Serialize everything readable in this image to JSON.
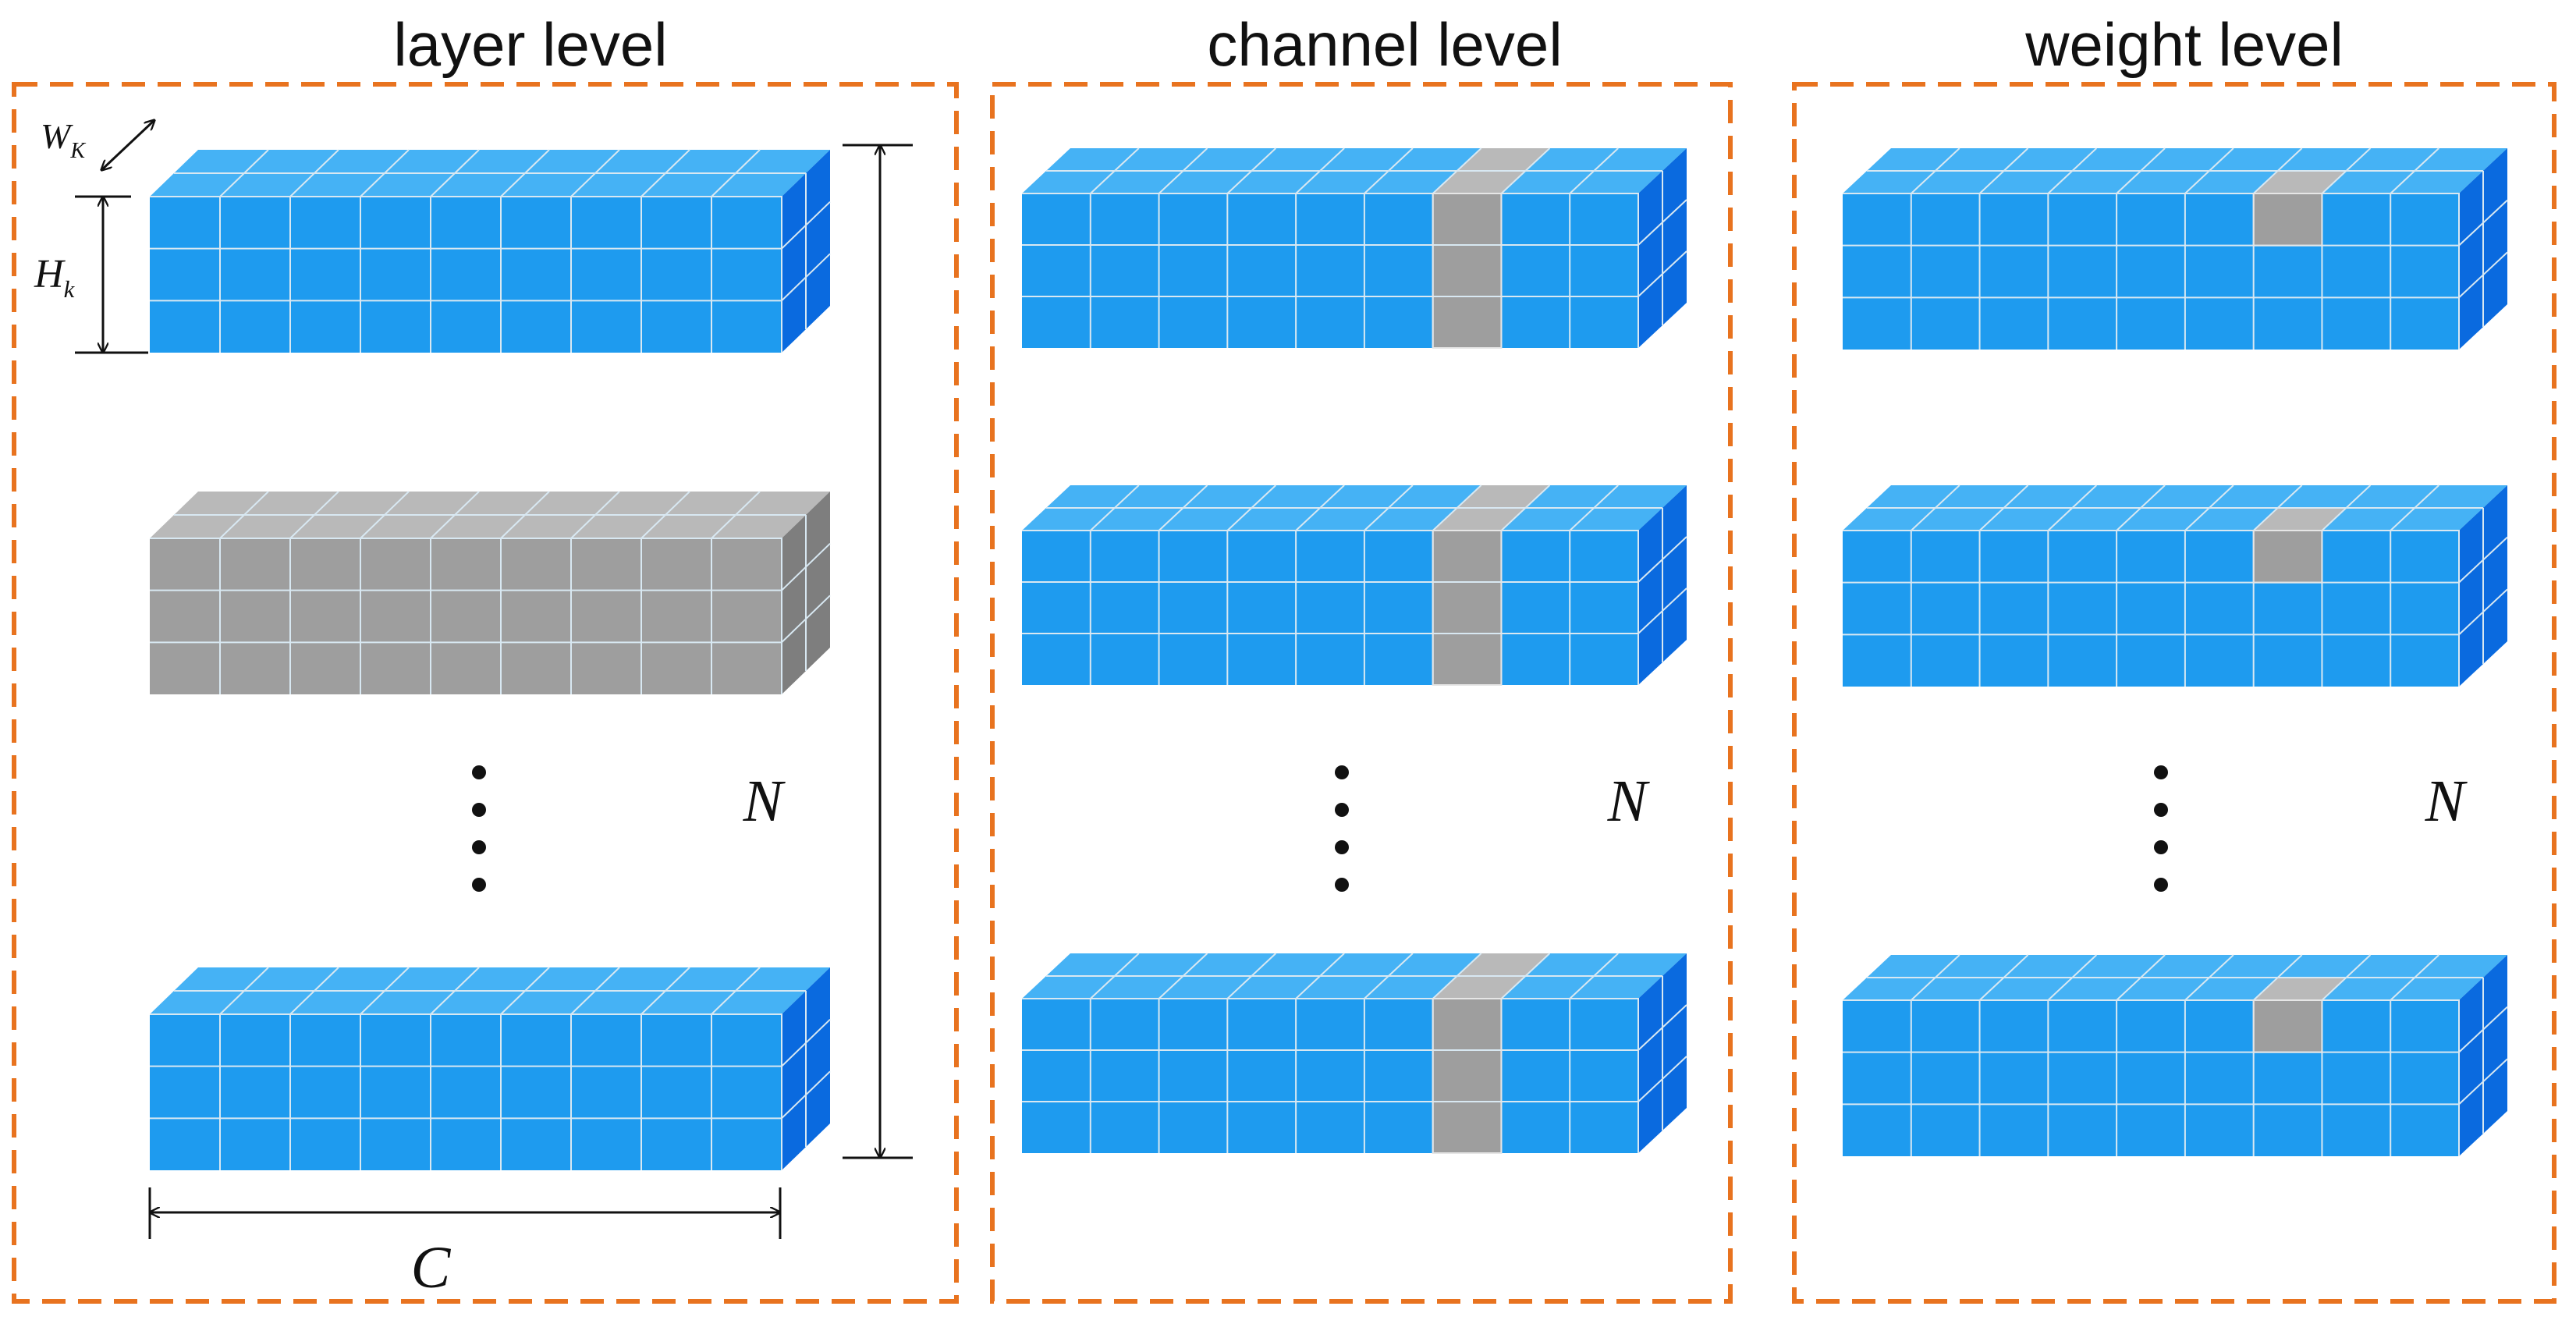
{
  "colors": {
    "box_border": "#E8731F",
    "filter_front": "#1E9BEF",
    "filter_top": "#45B2F5",
    "filter_side": "#0A6ADF",
    "pruned_front": "#9E9E9E",
    "pruned_top": "#B9B9B9",
    "pruned_side": "#7E7E7E",
    "grid_line": "#D8E8F2",
    "annotation": "#111111"
  },
  "panels": [
    {
      "title": "layer level",
      "mode": "layer",
      "pruned_filter": 1,
      "annotations": {
        "w": "W",
        "w_sub": "K",
        "h": "H",
        "h_sub": "k",
        "c": "C",
        "n": "N"
      }
    },
    {
      "title": "channel level",
      "mode": "channel",
      "pruned_column": 6,
      "annotations": {
        "n": "N"
      }
    },
    {
      "title": "weight level",
      "mode": "weight",
      "pruned_column": 6,
      "pruned_row": 0,
      "annotations": {
        "n": "N"
      }
    }
  ],
  "filter_grid": {
    "columns": 9,
    "rows": 3,
    "side_columns": 2
  }
}
